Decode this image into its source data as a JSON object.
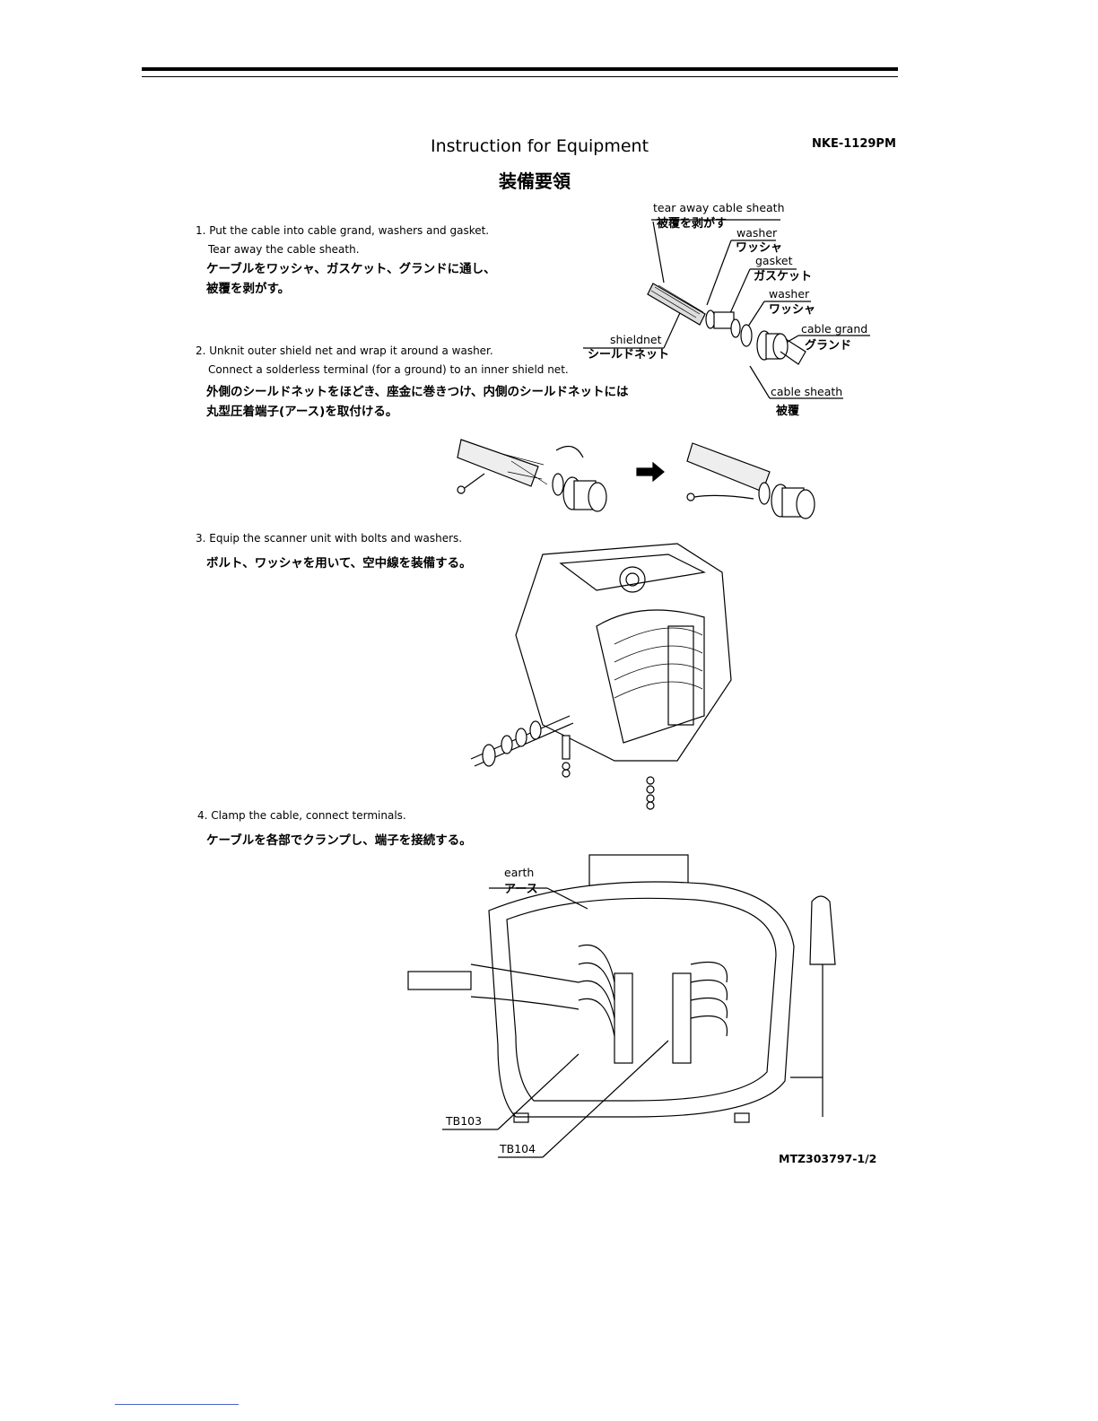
{
  "header": {
    "title": "Instruction for Equipment",
    "title_jp": "装備要領",
    "doc_number": "NKE-1129PM"
  },
  "steps": [
    {
      "lines": [
        "1. Put the cable into cable grand, washers and gasket.",
        "Tear away the cable sheath."
      ],
      "jp": [
        "ケーブルをワッシャ、ガスケット、グランドに通し、",
        "被覆を剥がす。"
      ]
    },
    {
      "lines": [
        "2. Unknit outer shield net and wrap it around a washer.",
        "Connect a solderless terminal (for a ground) to an inner shield net."
      ],
      "jp": [
        "外側のシールドネットをほどき、座金に巻きつけ、内側のシールドネットには",
        "丸型圧着端子(アース)を取付ける。"
      ]
    },
    {
      "lines": [
        "3. Equip the scanner unit with bolts and washers."
      ],
      "jp": [
        "ボルト、ワッシャを用いて、空中線を装備する。"
      ]
    },
    {
      "lines": [
        "4. Clamp the cable, connect terminals."
      ],
      "jp": [
        "ケーブルを各部でクランプし、端子を接続する。"
      ]
    }
  ],
  "labels": {
    "tear_away": "tear away cable sheath",
    "tear_away_jp": "被覆を剥がす",
    "washer1": "washer",
    "washer1_jp": "ワッシャ",
    "gasket": "gasket",
    "gasket_jp": "ガスケット",
    "washer2": "washer",
    "washer2_jp": "ワッシャ",
    "cable_grand": "cable grand",
    "cable_grand_jp": "グランド",
    "shieldnet": "shieldnet",
    "shieldnet_jp": "シールドネット",
    "cable_sheath": "cable sheath",
    "cable_sheath_jp": "被覆",
    "earth": "earth",
    "earth_jp": "アース",
    "tb103": "TB103",
    "tb104": "TB104"
  },
  "drawing_number": "MTZ303797-1/2"
}
